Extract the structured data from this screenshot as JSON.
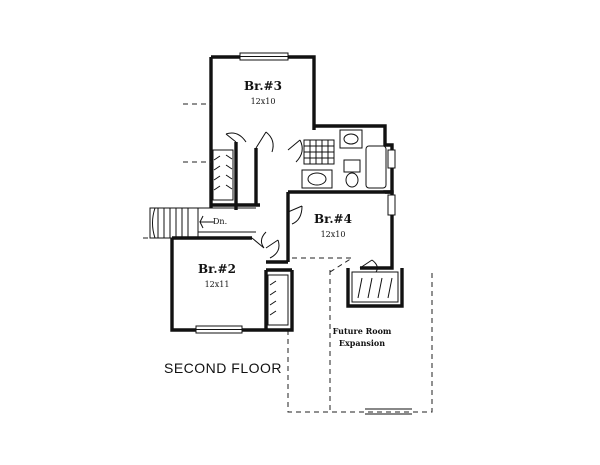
{
  "plan": {
    "title": "SECOND FLOOR",
    "rooms": [
      {
        "id": "br3",
        "name": "Br.#3",
        "size": "12x10"
      },
      {
        "id": "br4",
        "name": "Br.#4",
        "size": "12x10"
      },
      {
        "id": "br2",
        "name": "Br.#2",
        "size": "12x11"
      },
      {
        "id": "future",
        "name_line1": "Future Room",
        "name_line2": "Expansion"
      }
    ],
    "stair_label": "Dn."
  }
}
